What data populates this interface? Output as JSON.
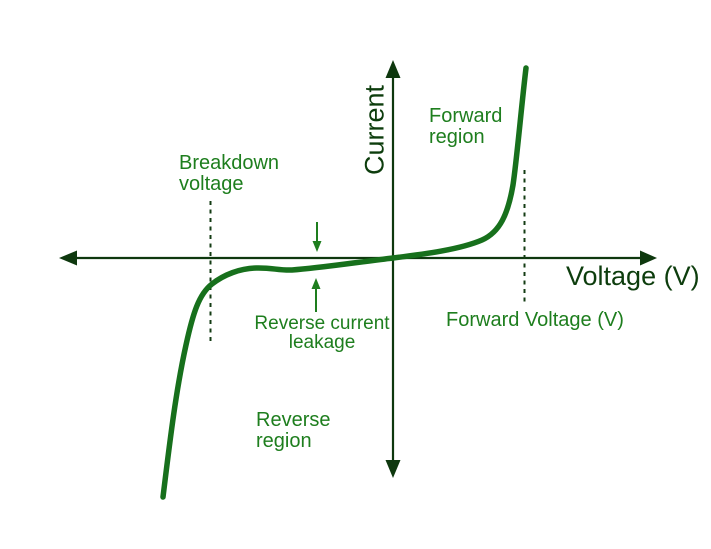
{
  "colors": {
    "background": "#ffffff",
    "label_green": "#1e7e1e",
    "axis_text_green": "#0d3d0d",
    "axis_line_green": "#0e380e",
    "curve_green": "#17701c",
    "dashed_green": "#143c14"
  },
  "axes": {
    "y_axis_label": "Current",
    "x_axis_label": "Voltage (V)"
  },
  "annotations": {
    "forward_region": {
      "line1": "Forward",
      "line2": "region"
    },
    "reverse_region": {
      "line1": "Reverse",
      "line2": "region"
    },
    "breakdown_voltage": {
      "line1": "Breakdown",
      "line2": "voltage"
    },
    "reverse_current_leakage": {
      "line1": "Reverse current",
      "line2": "leakage"
    },
    "forward_voltage": "Forward Voltage (V)"
  },
  "chart_data": {
    "type": "line",
    "title": "",
    "xlabel": "Voltage (V)",
    "ylabel": "Current",
    "axis_values": "none (qualitative sketch, no numeric ticks or gridlines)",
    "series": [
      {
        "name": "Diode V-I characteristic",
        "description": "Single continuous curve: steep negative-current breakdown branch to the left of the breakdown voltage, small nearly-flat reverse leakage current between breakdown and 0 V, near-zero current through the origin, then exponential current rise past the forward voltage knee in the forward region."
      }
    ],
    "markers": [
      {
        "label": "Breakdown voltage",
        "style": "vertical dashed line on the negative voltage side"
      },
      {
        "label": "Forward Voltage (V)",
        "style": "vertical dashed line on the positive voltage side"
      },
      {
        "label": "Reverse current leakage",
        "style": "small down and up arrows bracketing the leakage gap just below the voltage axis"
      }
    ],
    "regions": [
      "Forward region (upper-right quadrant)",
      "Reverse region (lower-left quadrant)"
    ]
  }
}
